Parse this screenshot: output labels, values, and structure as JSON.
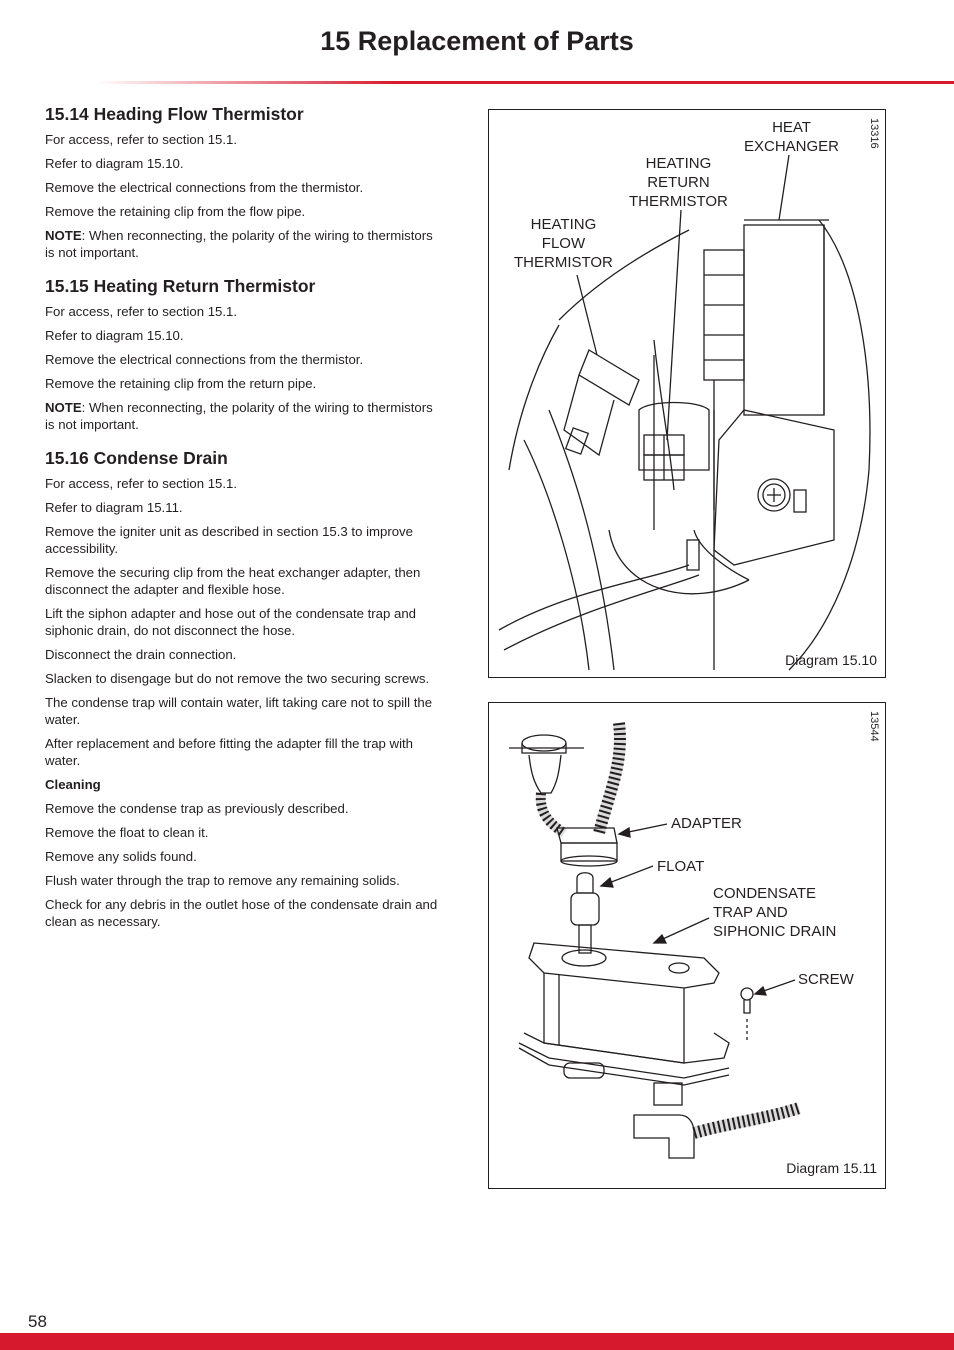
{
  "header": {
    "title": "15  Replacement of Parts"
  },
  "sections": [
    {
      "heading": "15.14 Heading Flow Thermistor",
      "paragraphs": [
        "For access, refer to section 15.1.",
        "Refer to diagram 15.10.",
        "Remove the electrical connections from the thermistor.",
        "Remove the retaining clip from the flow pipe."
      ],
      "note_label": "NOTE",
      "note_text": ":  When reconnecting, the polarity of the wiring to thermistors is not important."
    },
    {
      "heading": "15.15 Heating Return Thermistor",
      "paragraphs": [
        "For access, refer to section 15.1.",
        "Refer to diagram 15.10.",
        "Remove the electrical connections from the thermistor.",
        "Remove the retaining clip from the return pipe."
      ],
      "note_label": "NOTE",
      "note_text": ":  When reconnecting, the polarity of the wiring to thermistors is not important."
    },
    {
      "heading": "15.16 Condense Drain",
      "paragraphs": [
        "For access, refer to section 15.1.",
        "Refer to diagram 15.11.",
        "Remove the igniter unit as described in section 15.3 to improve accessibility.",
        "Remove the securing clip from the heat exchanger adapter, then disconnect the adapter and flexible hose.",
        "Lift the siphon adapter and hose out of the condensate trap and siphonic drain, do not disconnect the hose.",
        "Disconnect the drain connection.",
        "Slacken to disengage but do not remove the two securing screws.",
        "The condense trap will contain water, lift taking care not to spill the water.",
        "After replacement and before fitting the adapter fill the trap with water."
      ],
      "subheading": "Cleaning",
      "cleaning": [
        "Remove the condense trap as previously described.",
        "Remove the float to clean it.",
        "Remove any solids found.",
        "Flush water through the trap to remove any remaining solids.",
        "Check for any debris in the outlet hose of the condensate drain and clean as necessary."
      ]
    }
  ],
  "diagram1": {
    "id": "13316",
    "caption": "Diagram 15.10",
    "labels": {
      "heat_exchanger": [
        "HEAT",
        "EXCHANGER"
      ],
      "return": [
        "HEATING",
        "RETURN",
        "THERMISTOR"
      ],
      "flow": [
        "HEATING",
        "FLOW",
        "THERMISTOR"
      ]
    }
  },
  "diagram2": {
    "id": "13544",
    "caption": "Diagram 15.11",
    "labels": {
      "adapter": "ADAPTER",
      "float": "FLOAT",
      "trap": [
        "CONDENSATE",
        "TRAP AND",
        "SIPHONIC DRAIN"
      ],
      "screw": "SCREW"
    }
  },
  "footer": {
    "page_number": "58"
  },
  "colors": {
    "accent": "#d7192e",
    "text": "#231f20"
  }
}
